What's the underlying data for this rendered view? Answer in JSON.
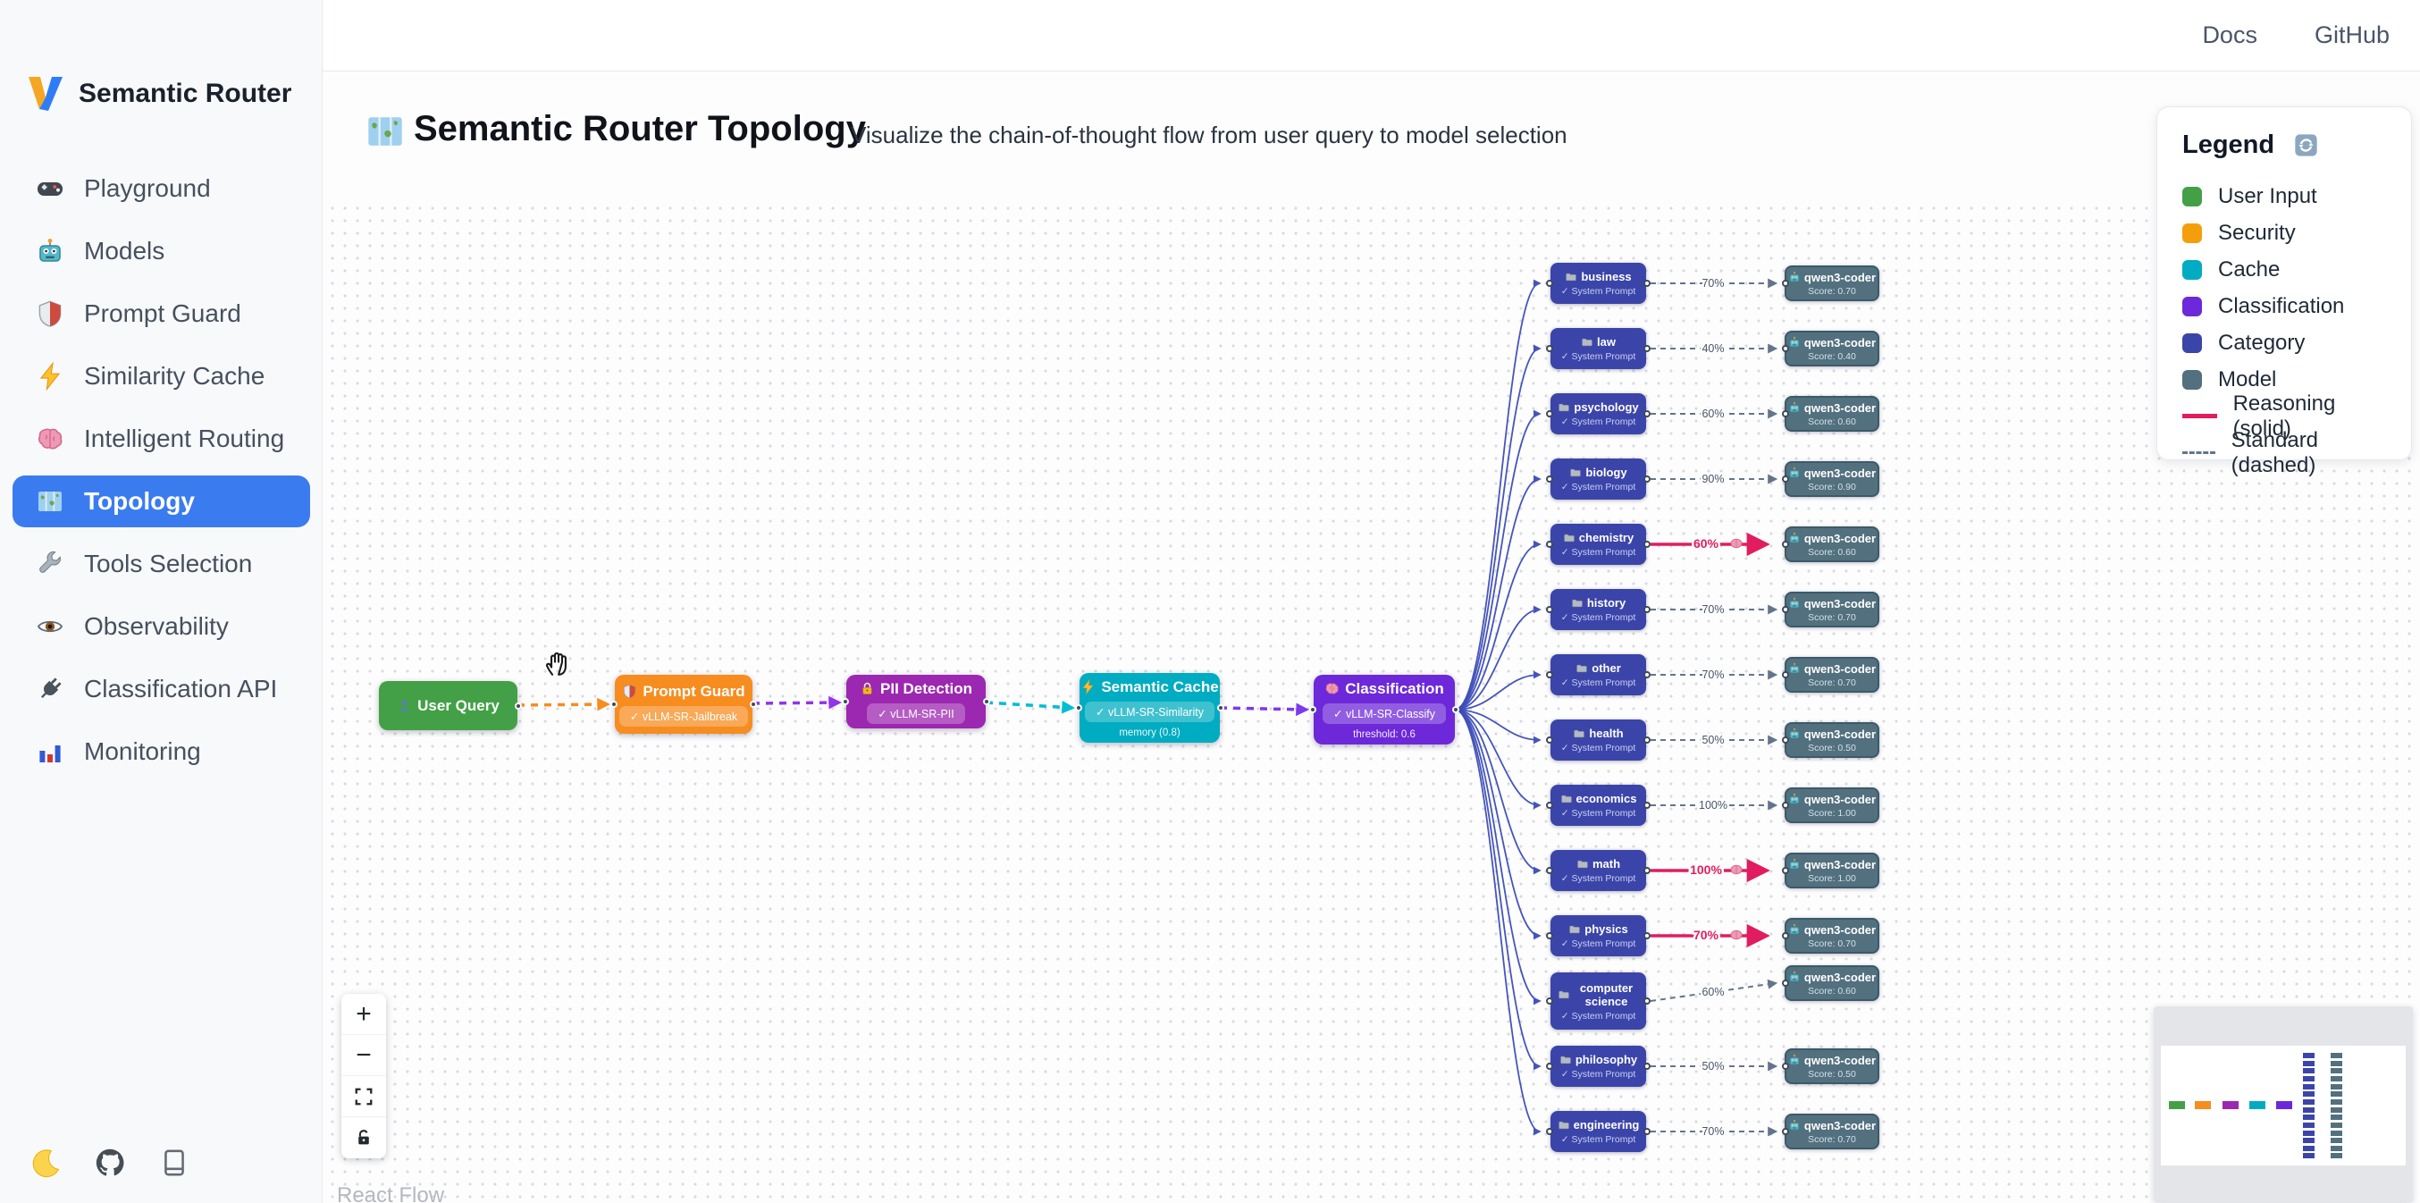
{
  "app": {
    "title": "Semantic Router"
  },
  "topnav": {
    "links": [
      "Docs",
      "GitHub"
    ]
  },
  "sidebar": {
    "collapse_icon": "collapse-sidebar-icon",
    "items": [
      {
        "label": "Playground",
        "icon": "gamepad"
      },
      {
        "label": "Models",
        "icon": "robot"
      },
      {
        "label": "Prompt Guard",
        "icon": "shield"
      },
      {
        "label": "Similarity Cache",
        "icon": "zap"
      },
      {
        "label": "Intelligent Routing",
        "icon": "brain"
      },
      {
        "label": "Topology",
        "icon": "map",
        "active": true
      },
      {
        "label": "Tools Selection",
        "icon": "wrench"
      },
      {
        "label": "Observability",
        "icon": "eye"
      },
      {
        "label": "Classification API",
        "icon": "plug"
      },
      {
        "label": "Monitoring",
        "icon": "chart"
      }
    ],
    "footer_icons": [
      "moon",
      "github",
      "book"
    ]
  },
  "header": {
    "icon": "map",
    "title": "Semantic Router Topology",
    "subtitle": "Visualize the chain-of-thought flow from user query to model selection"
  },
  "legend": {
    "title": "Legend",
    "refresh_icon": "refresh",
    "items": [
      {
        "label": "User Input",
        "color": "#43a047"
      },
      {
        "label": "Security",
        "color": "#f59e0b"
      },
      {
        "label": "Cache",
        "color": "#00acc1"
      },
      {
        "label": "Classification",
        "color": "#6d28d9"
      },
      {
        "label": "Category",
        "color": "#3b45a9"
      },
      {
        "label": "Model",
        "color": "#53707f"
      }
    ],
    "lines": [
      {
        "label": "Reasoning (solid)",
        "color": "#e11d5f",
        "dashed": false
      },
      {
        "label": "Standard (dashed)",
        "color": "#64748b",
        "dashed": true
      }
    ]
  },
  "pipeline": {
    "nodes": [
      {
        "name": "User Query",
        "icon": "user",
        "color": "#43a047"
      },
      {
        "name": "Prompt Guard",
        "icon": "shield",
        "color": "#f78c1f",
        "badge": "✓ vLLM-SR-Jailbreak"
      },
      {
        "name": "PII Detection",
        "icon": "lock",
        "color": "#9c27b0",
        "badge": "✓ vLLM-SR-PII"
      },
      {
        "name": "Semantic Cache",
        "icon": "zap",
        "color": "#00acc1",
        "badge": "✓ vLLM-SR-Similarity",
        "sub": "memory (0.8)"
      },
      {
        "name": "Classification",
        "icon": "brain",
        "color": "#6d28d9",
        "badge": "✓ vLLM-SR-Classify",
        "sub": "threshold: 0.6"
      }
    ],
    "edge_colors": [
      "#f78c1f",
      "#9333ea",
      "#00bcd4",
      "#7c3aed"
    ]
  },
  "categories": {
    "sub_label": "✓ System Prompt",
    "model_name": "qwen3-coder",
    "folder_icon": "folder",
    "model_icon": "robot",
    "fan_color": "#3d4db7",
    "standard_color": "#64748b",
    "reasoning_color": "#e11d5f",
    "rows": [
      {
        "name": "business",
        "percent": "70%",
        "reasoning": false,
        "score": "Score: 0.70"
      },
      {
        "name": "law",
        "percent": "40%",
        "reasoning": false,
        "score": "Score: 0.40"
      },
      {
        "name": "psychology",
        "percent": "60%",
        "reasoning": false,
        "score": "Score: 0.60"
      },
      {
        "name": "biology",
        "percent": "90%",
        "reasoning": false,
        "score": "Score: 0.90"
      },
      {
        "name": "chemistry",
        "percent": "60%",
        "reasoning": true,
        "score": "Score: 0.60"
      },
      {
        "name": "history",
        "percent": "70%",
        "reasoning": false,
        "score": "Score: 0.70"
      },
      {
        "name": "other",
        "percent": "70%",
        "reasoning": false,
        "score": "Score: 0.70"
      },
      {
        "name": "health",
        "percent": "50%",
        "reasoning": false,
        "score": "Score: 0.50"
      },
      {
        "name": "economics",
        "percent": "100%",
        "reasoning": false,
        "score": "Score: 1.00"
      },
      {
        "name": "math",
        "percent": "100%",
        "reasoning": true,
        "score": "Score: 1.00"
      },
      {
        "name": "physics",
        "percent": "70%",
        "reasoning": true,
        "score": "Score: 0.70"
      },
      {
        "name": "computer science",
        "percent": "60%",
        "reasoning": false,
        "score": "Score: 0.60"
      },
      {
        "name": "philosophy",
        "percent": "50%",
        "reasoning": false,
        "score": "Score: 0.50"
      },
      {
        "name": "engineering",
        "percent": "70%",
        "reasoning": false,
        "score": "Score: 0.70"
      }
    ]
  },
  "controls": {
    "buttons": [
      "zoom-in",
      "zoom-out",
      "fit-view",
      "lock"
    ]
  },
  "attribution": "React Flow"
}
